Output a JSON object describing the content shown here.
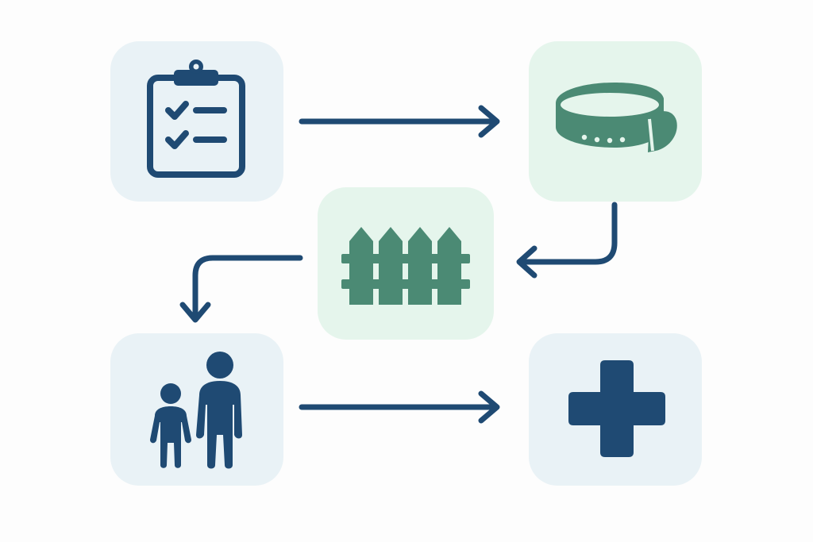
{
  "colors": {
    "navy": "#1f4a73",
    "green": "#4b8a74",
    "tile_blue": "#e9f2f6",
    "tile_green": "#e5f5ec"
  },
  "nodes": [
    {
      "id": "checklist",
      "icon": "clipboard-checklist-icon"
    },
    {
      "id": "collar",
      "icon": "collar-icon"
    },
    {
      "id": "fence",
      "icon": "fence-icon"
    },
    {
      "id": "family",
      "icon": "adult-child-icon"
    },
    {
      "id": "medical",
      "icon": "medical-cross-icon"
    }
  ],
  "edges": [
    {
      "from": "checklist",
      "to": "collar"
    },
    {
      "from": "collar",
      "to": "fence"
    },
    {
      "from": "fence",
      "to": "family"
    },
    {
      "from": "family",
      "to": "medical"
    }
  ]
}
